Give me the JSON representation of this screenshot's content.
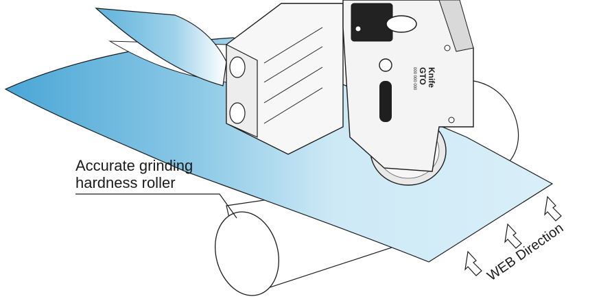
{
  "callout": {
    "line1": "Accurate grinding",
    "line2": "hardness roller"
  },
  "web_direction_label": "WEB Direction",
  "knife_label": {
    "brand": "GTO",
    "product": "Knife",
    "code": "000 000 000"
  },
  "colors": {
    "web_light": "#d4ecf7",
    "web_blue": "#4aa6d6",
    "outline": "#1a1a1a",
    "metal_light": "#f2f2f2",
    "metal_shade": "#c9c9c9"
  }
}
